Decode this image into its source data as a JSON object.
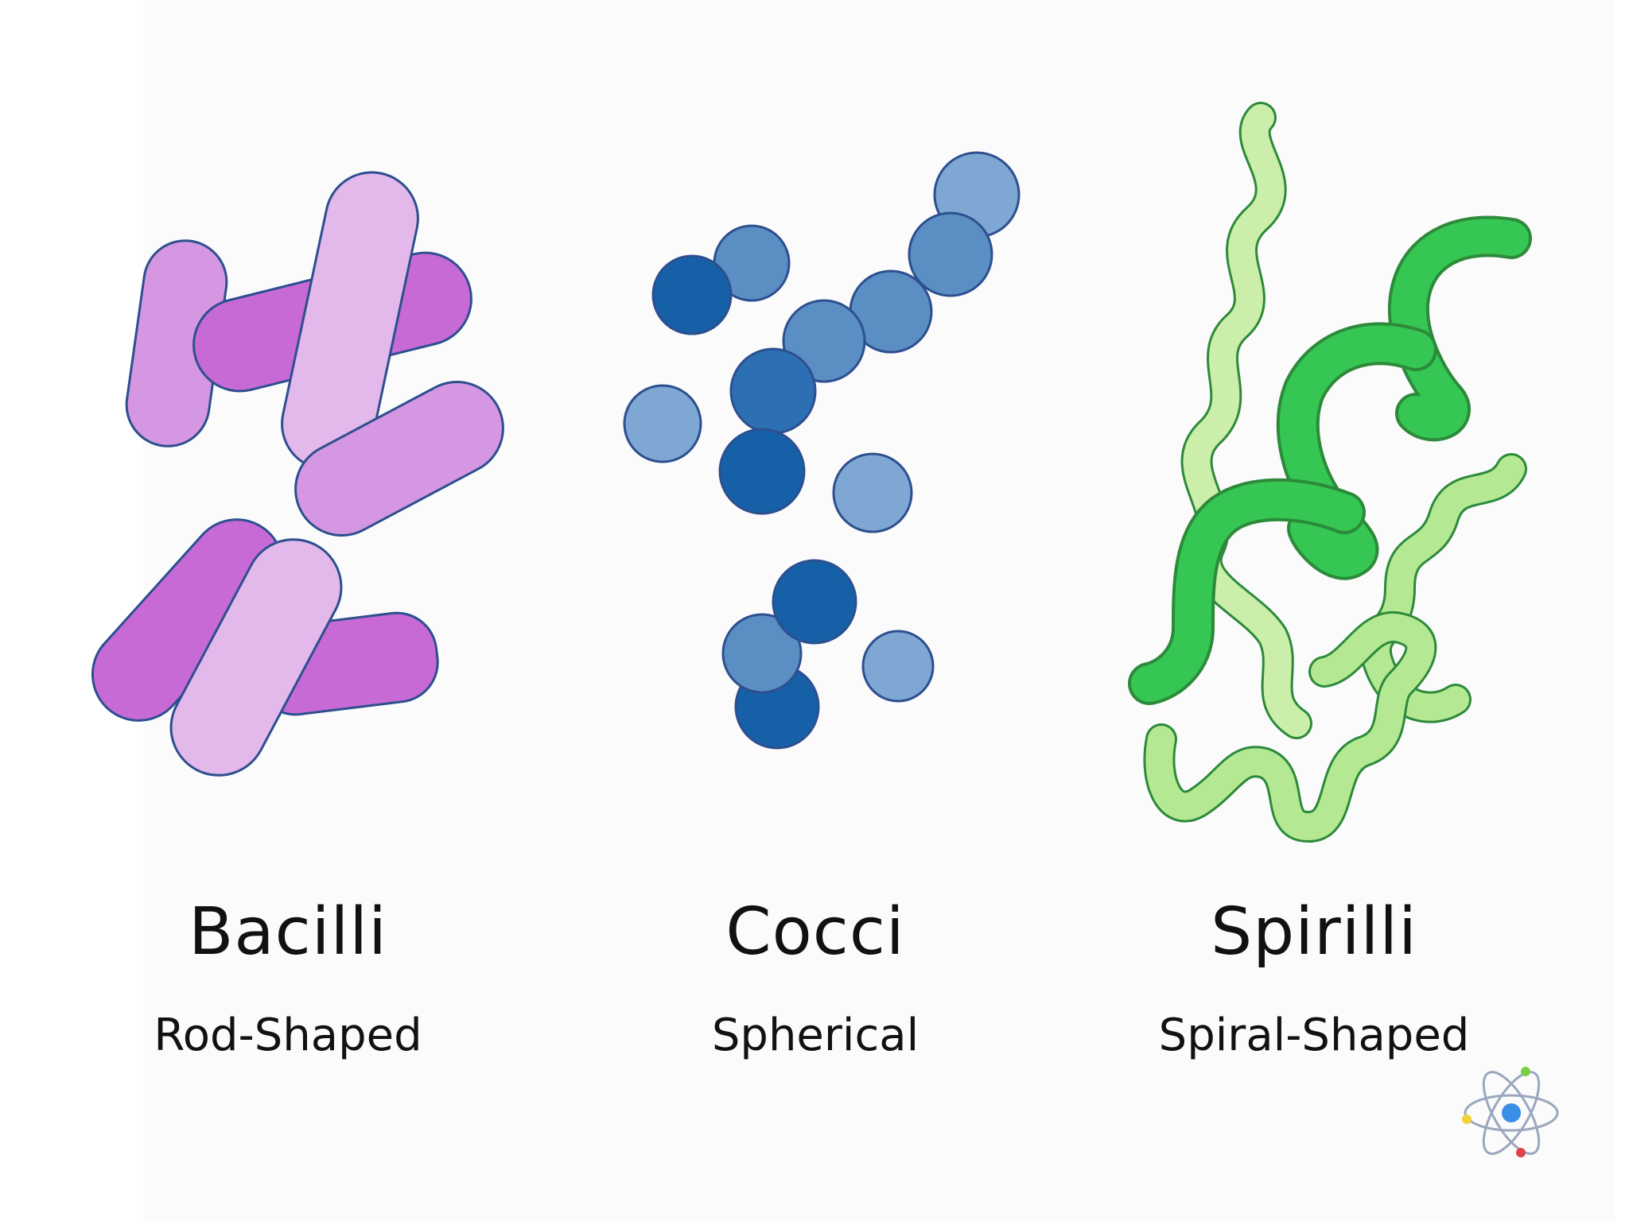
{
  "groups": [
    {
      "name": "Bacilli",
      "shape": "Rod-Shaped",
      "color": "#c86ad6"
    },
    {
      "name": "Cocci",
      "shape": "Spherical",
      "color": "#1f64a8"
    },
    {
      "name": "Spirilli",
      "shape": "Spiral-Shaped",
      "color": "#2fbf4f"
    }
  ],
  "colors": {
    "rod_dark": "#c86ad6",
    "rod_mid": "#d597e1",
    "rod_light": "#e3b8ea",
    "outline": "#2d4f8f",
    "cocci_dark": "#1660a8",
    "cocci_mid": "#5b8fc4",
    "cocci_light": "#7ea8d3",
    "spiral_dark": "#2fc24f",
    "spiral_light": "#b5e893",
    "spiral_outline": "#2c8a3a"
  },
  "logo": {
    "icon": "atom-icon"
  }
}
